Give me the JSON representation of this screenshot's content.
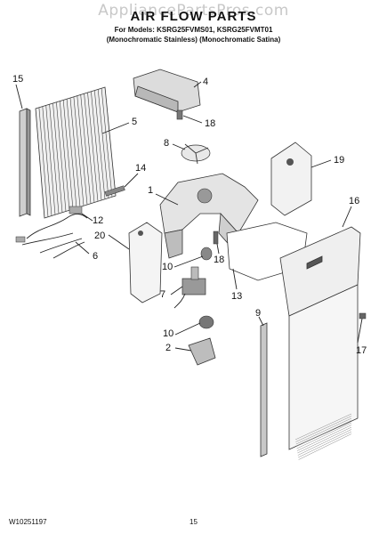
{
  "watermark": "AppliancePartsPros.com",
  "title": "AIR FLOW PARTS",
  "subtitle_line1": "For Models: KSRG25FVMS01, KSRG25FVMT01",
  "subtitle_line2": "(Monochromatic Stainless)  (Monochromatic Satina)",
  "footer_left": "W10251197",
  "footer_page": "15",
  "callouts": {
    "c1": "1",
    "c2": "2",
    "c4": "4",
    "c5": "5",
    "c6": "6",
    "c7": "7",
    "c8": "8",
    "c9": "9",
    "c10a": "10",
    "c10b": "10",
    "c12": "12",
    "c13": "13",
    "c14": "14",
    "c15": "15",
    "c16": "16",
    "c17": "17",
    "c18a": "18",
    "c18b": "18",
    "c19": "19",
    "c20": "20"
  }
}
